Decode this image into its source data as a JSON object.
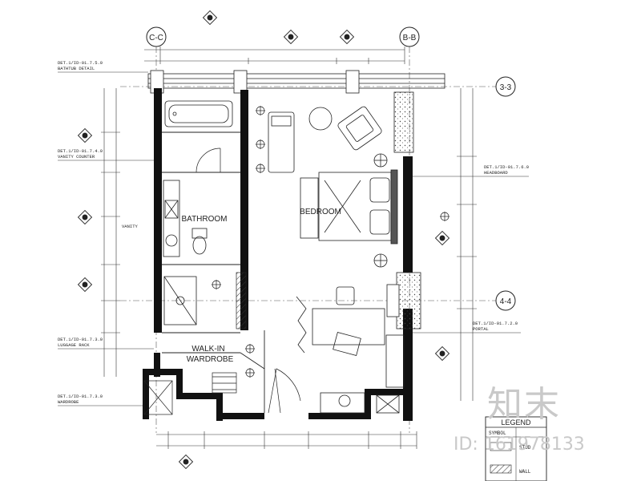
{
  "grid": {
    "cc": "C-C",
    "bb": "B-B",
    "r33": "3-3",
    "r44": "4-4"
  },
  "rooms": {
    "bathroom": "BATHROOM",
    "bedroom": "BEDROOM",
    "walkin_1": "WALK-IN",
    "walkin_2": "WARDROBE"
  },
  "callouts": {
    "bathtub": "DET.1/ID-01.7.5.0",
    "bathtub_sub": "BATHTUB DETAIL",
    "vanity": "DET.1/ID-01.7.4.0",
    "vanity_sub": "VANITY COUNTER",
    "luggage": "DET.1/ID-01.7.3.0",
    "luggage_sub": "LUGGAGE RACK",
    "wardrobe": "DET.1/ID-01.7.3.0",
    "wardrobe_sub": "WARDROBE",
    "headboard": "DET.1/ID-01.7.6.0",
    "headboard_sub": "HEADBOARD",
    "portal": "DET.1/ID-01.7.2.0",
    "portal_sub": "PORTAL",
    "vanity_side": "VANITY"
  },
  "legend": {
    "title": "LEGEND",
    "symbol": "SYMBOL",
    "stud": "STUD",
    "wall": "WALL"
  },
  "watermark": {
    "logo": "知末",
    "id": "ID: 161978133"
  }
}
